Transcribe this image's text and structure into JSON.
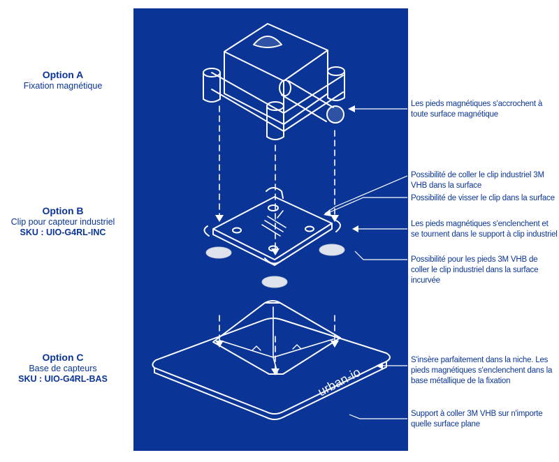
{
  "options": [
    {
      "title": "Option A",
      "subtitle": "Fixation magnétique",
      "sku": ""
    },
    {
      "title": "Option B",
      "subtitle": "Clip pour capteur industriel",
      "sku": "SKU : UIO-G4RL-INC"
    },
    {
      "title": "Option C",
      "subtitle": "Base de capteurs",
      "sku": "SKU : UIO-G4RL-BAS"
    }
  ],
  "notes": [
    "Les pieds magnétiques s'accrochent à toute surface magnétique",
    "Possibilité de coller le clip industriel 3M VHB dans la surface",
    "Possibilité de visser le clip dans la surface",
    "Les pieds magnétiques s'enclenchent et se tournent dans le support à clip industriel",
    "Possibilité pour les pieds 3M VHB de coller le clip industriel dans la surface incurvée",
    "S'insère parfaitement dans la niche. Les pieds magnétiques s'enclenchent dans la base métallique de la fixation",
    "Support à coller 3M VHB sur  n'importe quelle surface plane"
  ],
  "brand": "urban-io",
  "colors": {
    "panel": "#0a3596",
    "accent": "#0a3596",
    "line": "#ffffff"
  }
}
